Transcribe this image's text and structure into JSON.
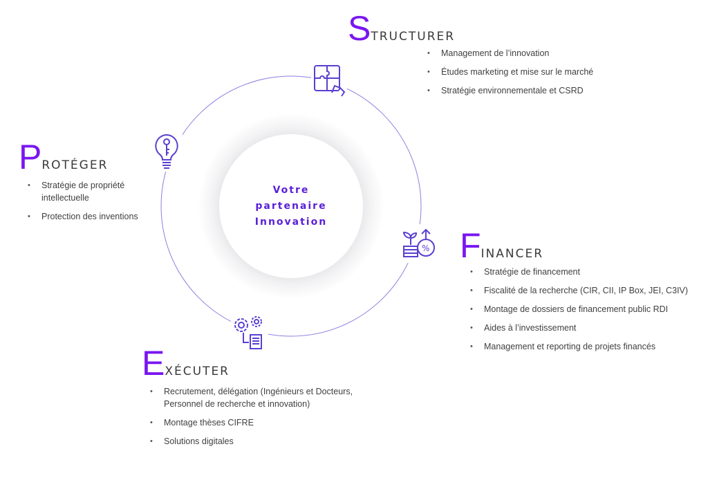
{
  "center": {
    "line1": "Votre",
    "line2": "partenaire",
    "line3": "Innovation"
  },
  "colors": {
    "accent": "#7a16f0",
    "ring": "#8a7fe0",
    "icon": "#5b3fd0"
  },
  "sections": {
    "structurer": {
      "initial": "S",
      "rest": "TRUCTURER",
      "icon": "puzzle-hand-icon",
      "items": [
        "Management de l’innovation",
        "Études marketing et mise sur le marché",
        "Stratégie environnementale et CSRD"
      ]
    },
    "proteger": {
      "initial": "P",
      "rest": "ROTÉGER",
      "icon": "lightbulb-key-icon",
      "items": [
        "Stratégie de propriété intellectuelle",
        "Protection des inventions"
      ]
    },
    "financer": {
      "initial": "F",
      "rest": "INANCER",
      "icon": "plant-coins-percent-icon",
      "items": [
        "Stratégie de financement",
        "Fiscalité de la recherche (CIR, CII, IP Box, JEI, C3IV)",
        "Montage de dossiers de financement public RDI",
        "Aides à l’investissement",
        "Management et reporting de projets financés"
      ]
    },
    "executer": {
      "initial": "E",
      "rest": "XÉCUTER",
      "icon": "gears-document-icon",
      "items": [
        "Recrutement, délégation (Ingénieurs et Docteurs, Personnel de recherche et innovation)",
        "Montage thèses CIFRE",
        "Solutions digitales"
      ]
    }
  }
}
